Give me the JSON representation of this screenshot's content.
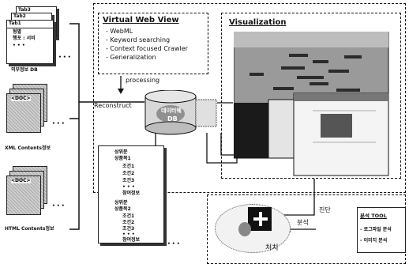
{
  "vwv": {
    "title": "Virtual Web View",
    "items": [
      "- WebML",
      "- Keyword searching",
      "- Context focused Crawler",
      "- Generalization"
    ]
  },
  "visualization": {
    "title": "Visualization"
  },
  "left": {
    "tabs": [
      "Tab3",
      "Tab2",
      "Tab1"
    ],
    "tab_lines": [
      "형별",
      "행포 : 서비",
      "• • •"
    ],
    "tab_dots": "• • •",
    "db_caption": "외부정보 DB",
    "xml_caption": "XML Contents정보",
    "html_caption": "HTML Contents정보",
    "doc_header": "<DOC>",
    "dots": "• • •"
  },
  "center": {
    "processing": "processing",
    "reconstruct": "Reconstruct",
    "cylinder_label_1": "데이터웨",
    "cylinder_label_2": "DB"
  },
  "doclist": {
    "group1_lines": [
      "상위분",
      "상품목1",
      "조건1",
      "조건2",
      "조건3",
      "• • •",
      "참여정보"
    ],
    "group2_lines": [
      "상위분",
      "상품목2",
      "조건1",
      "조건2",
      "조건3",
      "• • •",
      "참여정보"
    ],
    "ellipsis": "• • •"
  },
  "bottom": {
    "diagnosis": "진단",
    "analysis": "분석",
    "treatment": "처치",
    "tool_title": "분석 TOOL",
    "tool_items": [
      "- 로그파일 분석",
      "- 이미지 분석"
    ]
  }
}
